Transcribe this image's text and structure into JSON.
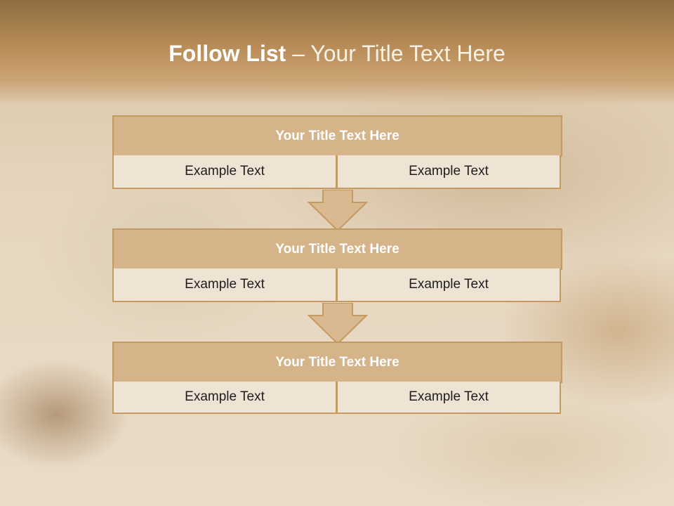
{
  "slide": {
    "title_bold": "Follow List",
    "title_rest": " – Your Title Text Here"
  },
  "blocks": [
    {
      "title": "Your Title Text Here",
      "left": "Example Text",
      "right": "Example Text"
    },
    {
      "title": "Your Title Text Here",
      "left": "Example Text",
      "right": "Example Text"
    },
    {
      "title": "Your Title Text Here",
      "left": "Example Text",
      "right": "Example Text"
    }
  ],
  "colors": {
    "accent": "#d6b48a",
    "border": "#c49a63",
    "cell": "#efe3d4"
  }
}
